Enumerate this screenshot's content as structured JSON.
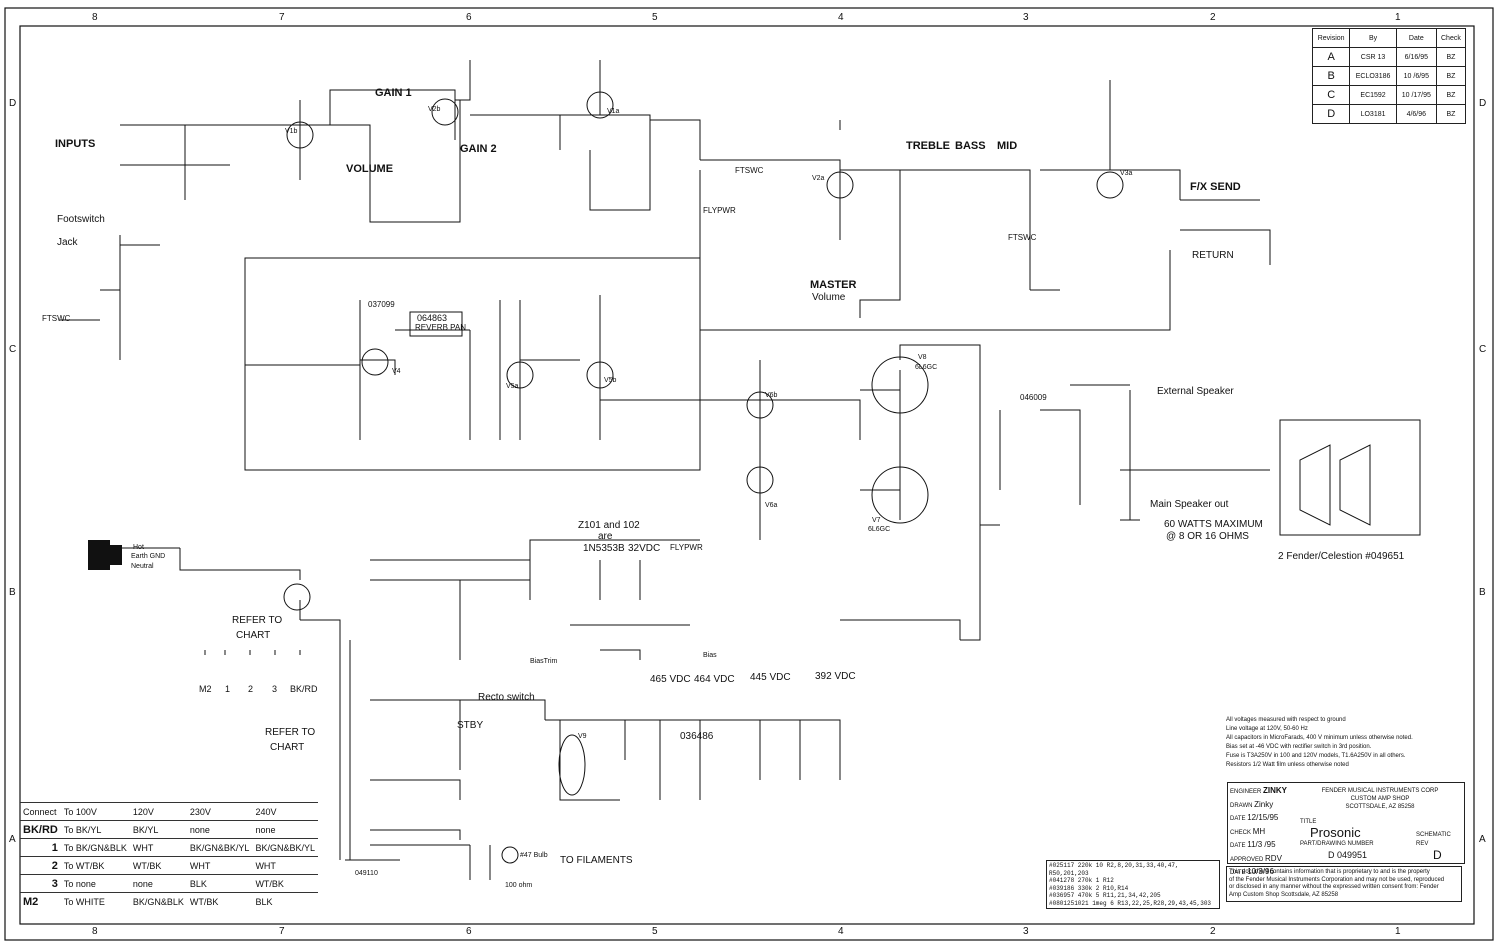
{
  "border": {
    "columns": [
      "8",
      "7",
      "6",
      "5",
      "4",
      "3",
      "2",
      "1"
    ],
    "rows": [
      "D",
      "C",
      "B",
      "A"
    ]
  },
  "revision_table": {
    "headers": [
      "Revision",
      "By",
      "Date",
      "Check"
    ],
    "rows": [
      {
        "rev": "A",
        "by": "CSR 13",
        "date": "6/16/95",
        "check": "BZ"
      },
      {
        "rev": "B",
        "by": "ECLO3186",
        "date": "10 /6/95",
        "check": "BZ"
      },
      {
        "rev": "C",
        "by": "EC1592",
        "date": "10 /17/95",
        "check": "BZ"
      },
      {
        "rev": "D",
        "by": "LO3181",
        "date": "4/6/96",
        "check": "BZ"
      }
    ]
  },
  "labels": {
    "inputs": "INPUTS",
    "footswitch": "Footswitch",
    "jack": "Jack",
    "gain1": "GAIN 1",
    "gain2": "GAIN 2",
    "volume": "VOLUME",
    "treble": "TREBLE",
    "bass": "BASS",
    "mid": "MID",
    "master": "MASTER",
    "master_volume": "Volume",
    "fx_send": "F/X SEND",
    "return": "RETURN",
    "reverb_pan": "REVERB PAN",
    "ftswc": "FTSWC",
    "flypwr": "FLYPWR",
    "ext_speaker": "External Speaker",
    "main_speaker": "Main Speaker out",
    "watts": "60 WATTS MAXIMUM",
    "ohms": "@ 8 OR 16 OHMS",
    "fender_celestion": "2 Fender/Celestion #049651",
    "z101": "Z101 and 102",
    "are": "are",
    "z_part": "1N5353B",
    "vdc32": "32VDC",
    "refer_to": "REFER TO",
    "chart": "CHART",
    "recto_switch": "Recto switch",
    "stby": "STBY",
    "to_filaments": "TO FILAMENTS",
    "bulb": "#47 Bulb",
    "ohm100": "100 ohm",
    "bias": "Bias",
    "bias_trim": "BiasTrim",
    "vdc465": "465 VDC",
    "vdc464": "464 VDC",
    "vdc445": "445 VDC",
    "vdc392": "392 VDC",
    "chart_nodes": [
      "M2",
      "1",
      "2",
      "3",
      "BK/RD"
    ],
    "v6gc": "6L6GC",
    "v7gc": "6L6GC",
    "xfmr": "049110",
    "out_xfmr": "046009",
    "rev_xfmr": "037099",
    "reverb_unit": "064863",
    "l1": "036486",
    "hot": "Hot",
    "earth": "Earth GND",
    "neutral": "Neutral"
  },
  "tubes": [
    "V1a",
    "V1b",
    "V2a",
    "V2b",
    "V3a",
    "V4",
    "V5a",
    "V5b",
    "V6a",
    "V6b",
    "V7",
    "V8",
    "V9"
  ],
  "connection_table": {
    "header": [
      "Connect",
      "To 100V",
      "120V",
      "230V",
      "240V"
    ],
    "rows": [
      [
        "BK/RD",
        "To BK/YL",
        "BK/YL",
        "none",
        "none"
      ],
      [
        "1",
        "To BK/GN&BLK",
        "WHT",
        "BK/GN&BK/YL",
        "BK/GN&BK/YL"
      ],
      [
        "2",
        "To WT/BK",
        "WT/BK",
        "WHT",
        "WHT"
      ],
      [
        "3",
        "To none",
        "none",
        "BLK",
        "WT/BK"
      ],
      [
        "M2",
        "To WHITE",
        "BK/GN&BLK",
        "WT/BK",
        "BLK"
      ]
    ]
  },
  "notes": [
    "All voltages measured with respect to ground",
    "Line voltage at 120V, 50-60 Hz",
    "All capacitors in MicroFarads, 400 V  minimum unless otherwise noted.",
    "Bias set at -46 VDC with rectifier switch in 3rd position.",
    "Fuse is T3A250V in 100 and 120V models, T1.6A250V in all others.",
    "Resistors 1/2 Watt film unless otherwise noted"
  ],
  "title_block": {
    "engineer_label": "ENGINEER",
    "engineer": "ZINKY",
    "drawn_label": "DRAWN",
    "drawn": "Zinky",
    "date_label": "DATE",
    "date": "12/15/95",
    "check_label": "CHECK",
    "check": "MH",
    "date2": "11/3 /95",
    "approved_label": "APPROVED",
    "approved": "RDV",
    "date3": "10/3/96",
    "company": [
      "FENDER MUSICAL INSTRUMENTS CORP",
      "CUSTOM AMP SHOP",
      "SCOTTSDALE, AZ 85258"
    ],
    "title_label": "TITLE",
    "title": "Prosonic",
    "schematic": "SCHEMATIC",
    "part_label": "PART/DRAWING NUMBER",
    "part": "D 049951",
    "rev_label": "REV",
    "rev": "D"
  },
  "parts_list": [
    "#025117 220k 10 R2,8,20,31,33,40,47,   R50,201,203",
    "#041278 270k 1 R12",
    "#039186 330k 2 R10,R14",
    "#036957 470k 5 R11,21,34,42,205",
    "#0801251021 1meg 6 R13,22,25,R28,29,43,45,303"
  ],
  "legal": [
    "This document contains information that is proprietary to and is the property",
    "of the Fender Musical Instruments Corporation and may not be used, reproduced",
    "or disclosed in any manner without the expressed written consent from: Fender",
    "Amp Custom Shop  Scottsdale, AZ 85258"
  ]
}
